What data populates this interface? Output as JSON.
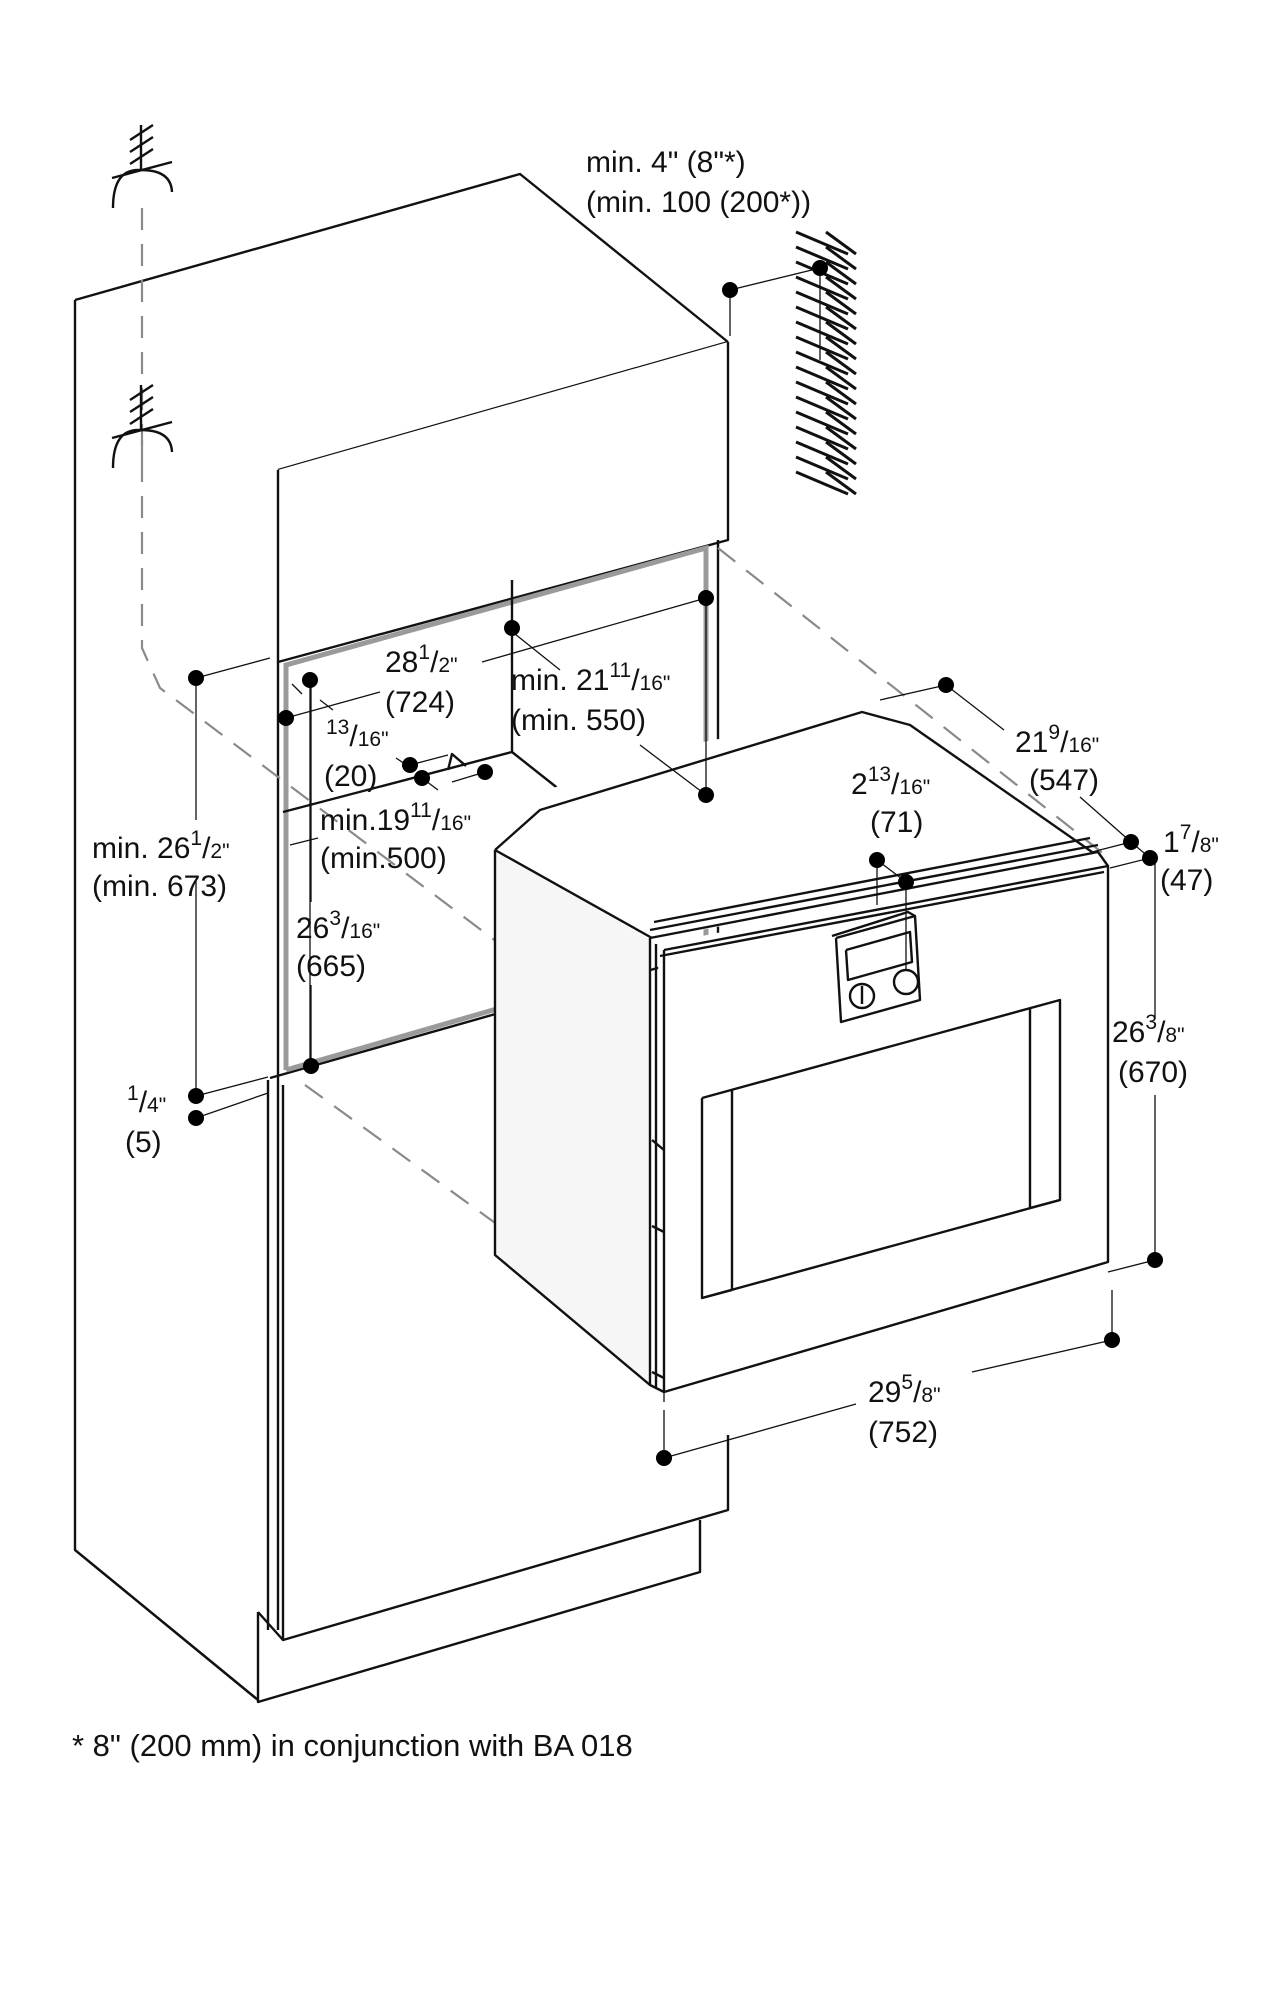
{
  "diagram": {
    "title": "Oven installation dimensions (tall cabinet)",
    "colors": {
      "line": "#111111",
      "niche_outline": "#9a9a9a",
      "dashed": "#8a8a8a",
      "background": "#ffffff"
    },
    "labels": {
      "top_clearance": {
        "line1": "min. 4\" (8\"*)",
        "line2": "(min. 100 (200*))"
      },
      "niche_width": {
        "whole": "28",
        "num": "1",
        "den": "2",
        "unit": "\"",
        "mm": "(724)"
      },
      "niche_depth": {
        "prefix": "min. 21",
        "num": "11",
        "den": "16",
        "unit": "\"",
        "mm": "(min. 550)"
      },
      "side_offset": {
        "num": "13",
        "den": "16",
        "unit": "\"",
        "mm": "(20)"
      },
      "shelf_depth": {
        "prefix": "min.19",
        "num": "11",
        "den": "16",
        "unit": "\"",
        "mm": "(min.500)"
      },
      "niche_height_min": {
        "prefix": "min. 26",
        "num": "1",
        "den": "2",
        "unit": "\"",
        "mm": "(min. 673)"
      },
      "oven_body_height": {
        "whole": "26",
        "num": "3",
        "den": "16",
        "unit": "\"",
        "mm": "(665)"
      },
      "base_gap": {
        "num": "1",
        "den": "4",
        "unit": "\"",
        "mm": "(5)"
      },
      "oven_depth": {
        "whole": "21",
        "num": "9",
        "den": "16",
        "unit": "\"",
        "mm": "(547)"
      },
      "control_offset": {
        "whole": "2",
        "num": "13",
        "den": "16",
        "unit": "\"",
        "mm": "(71)"
      },
      "door_thickness": {
        "whole": "1",
        "num": "7",
        "den": "8",
        "unit": "\"",
        "mm": "(47)"
      },
      "front_height": {
        "whole": "26",
        "num": "3",
        "den": "8",
        "unit": "\"",
        "mm": "(670)"
      },
      "front_width": {
        "whole": "29",
        "num": "5",
        "den": "8",
        "unit": "\"",
        "mm": "(752)"
      }
    },
    "symbols": [
      "electrical-connection-icon",
      "electrical-connection-icon",
      "wall-hatch"
    ],
    "footnote": "* 8\" (200 mm) in conjunction with BA 018"
  }
}
